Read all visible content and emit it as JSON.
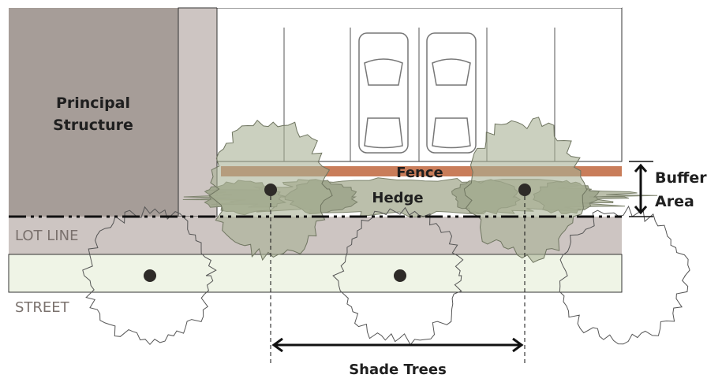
{
  "labels": {
    "principal_line1": "Principal",
    "principal_line2": "Structure",
    "fence": "Fence",
    "hedge": "Hedge",
    "lot_line": "LOT LINE",
    "street": "STREET",
    "buffer_line1": "Buffer",
    "buffer_line2": "Area",
    "shade_trees": "Shade Trees"
  },
  "colors": {
    "structure": "#a69d98",
    "side_yard": "#cdc5c2",
    "lot_strip": "#cdc5c2",
    "street_strip": "#eff4e6",
    "fence": "#c97d5a",
    "hedge": "#b7bca6",
    "hedge_dark": "#9ea58c",
    "canopy": "#a9b095"
  }
}
